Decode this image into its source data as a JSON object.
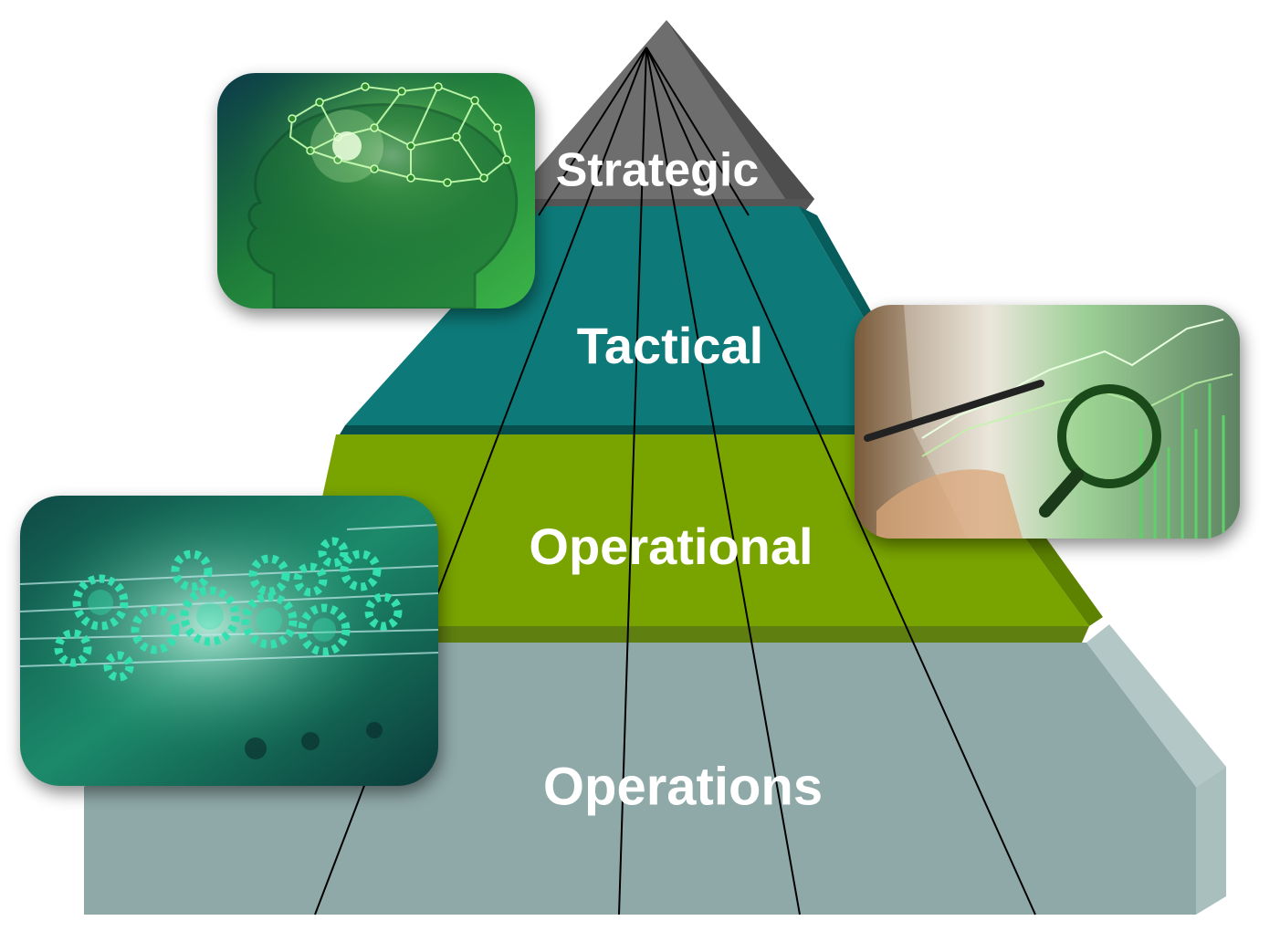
{
  "levels": [
    {
      "key": "strategic",
      "label": "Strategic",
      "color": "#6e6e6e"
    },
    {
      "key": "tactical",
      "label": "Tactical",
      "color": "#0d7a79"
    },
    {
      "key": "operational",
      "label": "Operational",
      "color": "#79a400"
    },
    {
      "key": "operations",
      "label": "Operations",
      "color": "#8fa9a8"
    }
  ],
  "images": [
    {
      "key": "brain-network",
      "icon": "brain-network-icon",
      "accent": "#3fcf6a"
    },
    {
      "key": "chart-analysis",
      "icon": "magnifier-chart-icon",
      "accent": "#2fd06a"
    },
    {
      "key": "gears",
      "icon": "gears-icon",
      "accent": "#35e0b0"
    }
  ]
}
